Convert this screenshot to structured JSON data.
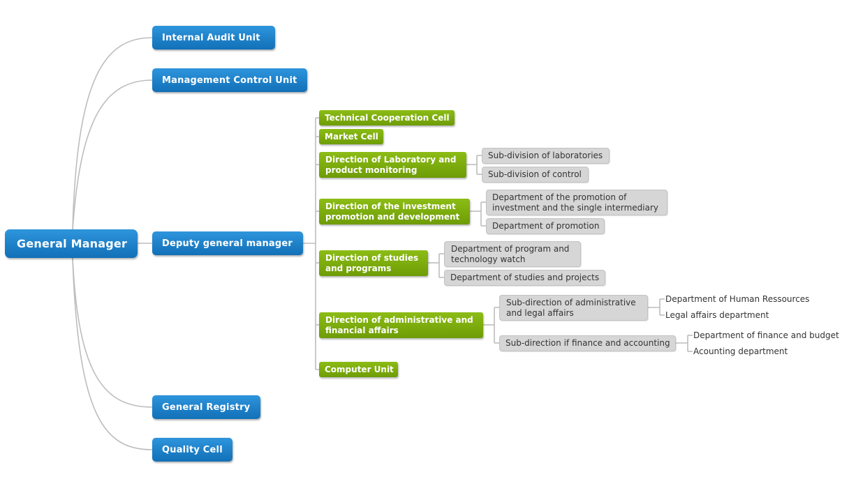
{
  "root": {
    "label": "General Manager"
  },
  "level1": {
    "internal_audit": "Internal Audit Unit",
    "management_control": "Management Control Unit",
    "deputy": "Deputy general manager",
    "registry": "General Registry",
    "quality": "Quality Cell"
  },
  "level2": {
    "tech_coop": "Technical Cooperation Cell",
    "market": "Market Cell",
    "lab": "Direction of Laboratory and product monitoring",
    "investment": "Direction of the investment promotion and development",
    "studies": "Direction of studies and programs",
    "admin": "Direction of administrative and financial affairs",
    "computer": "Computer Unit"
  },
  "level3": {
    "lab_sub1": "Sub-division of laboratories",
    "lab_sub2": "Sub-division of control",
    "inv_sub1": "Department of the promotion of investment and the single intermediary",
    "inv_sub2": "Department of promotion",
    "stu_sub1": "Department of program and technology watch",
    "stu_sub2": "Department of studies and projects",
    "adm_sub1": "Sub-direction of administrative and legal affairs",
    "adm_sub2": "Sub-direction if finance and accounting"
  },
  "level4": {
    "hr": "Department of Human Ressources",
    "legal": "Legal affairs department",
    "finance": "Department of finance and budget",
    "accounting": "Acounting department"
  },
  "colors": {
    "blue": "#1a7fc8",
    "green": "#7aaa0c",
    "gray": "#d6d6d6",
    "connector": "#bdbdbd"
  }
}
